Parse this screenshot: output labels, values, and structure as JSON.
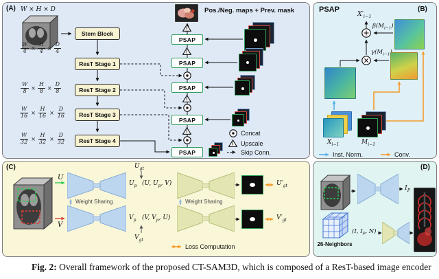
{
  "colors": {
    "panel_a_bg": "#dfe9f6",
    "panel_b_bg": "#dff0f7",
    "panel_c_bg": "#faf7d9",
    "panel_d_bg": "#e0f4f1",
    "stage_box_bg": "#f8f3d2",
    "psap_border": "#2e9e5b",
    "inst_norm_arrow": "#56b0e8",
    "conv_arrow": "#f39c2c",
    "loss_arrow": "#f39c2c",
    "pos_mask_border": "#2e9e5b",
    "neg_mask_border": "#cf4a3f"
  },
  "panel_a": {
    "label": "(A)",
    "input_dims": "W × H × D",
    "times": "×",
    "stem_block": "Stem Block",
    "stages": [
      "ResT Stage 1",
      "ResT Stage 2",
      "ResT Stage 3",
      "ResT Stage 4"
    ],
    "frac": {
      "w": "W",
      "h": "H",
      "d": "D"
    },
    "dens": [
      "4",
      "8",
      "16",
      "32"
    ],
    "psap": "PSAP",
    "prompt_caption": "Pos./Neg. maps + Prev. mask",
    "legend": {
      "concat": "Concat",
      "upscale": "Upscale",
      "skip": "Skip Conn."
    }
  },
  "panel_b": {
    "label": "(B)",
    "title": "PSAP",
    "x_out": {
      "base": "X′",
      "sub": "i−1"
    },
    "beta": {
      "pre": "β(M",
      "sub": "i−1",
      "post": ")"
    },
    "gamma": {
      "pre": "γ(M",
      "sub": "i−1",
      "post": ")"
    },
    "x_in": {
      "base": "X",
      "sub": "i−1"
    },
    "m_in": {
      "base": "M",
      "sub": "i−1"
    },
    "legend": {
      "inst_norm": "Inst. Norm.",
      "conv": "Conv."
    }
  },
  "panel_c": {
    "label": "(C)",
    "u": "U",
    "v": "V",
    "u_gt": {
      "base": "U",
      "sub": "gt"
    },
    "u_p": {
      "base": "U",
      "sub": "p"
    },
    "tuple_u": {
      "pre": "(U, U",
      "sub": "p",
      "post": ", V)"
    },
    "v_p": {
      "base": "V",
      "sub": "p"
    },
    "tuple_v": {
      "pre": "(V, V",
      "sub": "p",
      "post": ", U)"
    },
    "v_gt": {
      "base": "V",
      "sub": "gt"
    },
    "u_out": {
      "base": "U′",
      "sub": "gt"
    },
    "v_out": {
      "base": "V′",
      "sub": "gt"
    },
    "weight_sharing": "Weight Sharing",
    "legend_loss": "Loss Computation"
  },
  "panel_d": {
    "label": "(D)",
    "i_p": {
      "base": "I",
      "sub": "P"
    },
    "neighbors": "26-Neighbors",
    "tuple": {
      "pre": "(I, I",
      "sub": "P",
      "post": ", N)"
    }
  },
  "caption": {
    "prefix": "Fig. 2:",
    "text": "Overall framework of the proposed CT-SAM3D, which is composed of a ResT-based image encoder"
  }
}
